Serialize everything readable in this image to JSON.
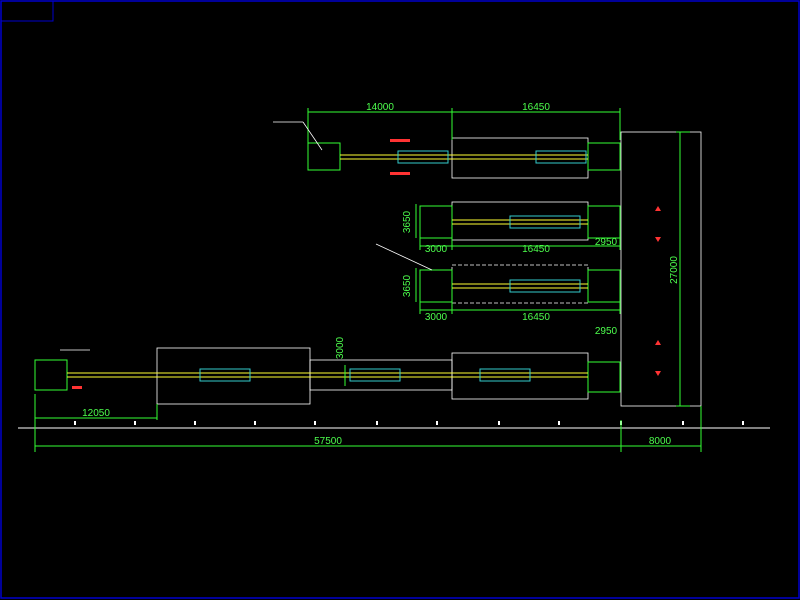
{
  "drawing": {
    "background": "#000000",
    "frame_color": "#0000cc",
    "line_color": "#33ff33",
    "outline_color": "#ffffff",
    "accent_color": "#ff3333"
  },
  "dimensions": {
    "top_left_span": "14000",
    "top_right_span": "16450",
    "row2_height": "3650",
    "row2_left": "3000",
    "row2_right": "16450",
    "row2_offset": "2950",
    "row3_height": "3650",
    "row3_left": "3000",
    "row3_right": "16450",
    "row3_offset": "2950",
    "bottom_height": "3000",
    "bottom_left": "12050",
    "total_length": "57500",
    "end_length": "8000",
    "vertical_total": "27000"
  }
}
